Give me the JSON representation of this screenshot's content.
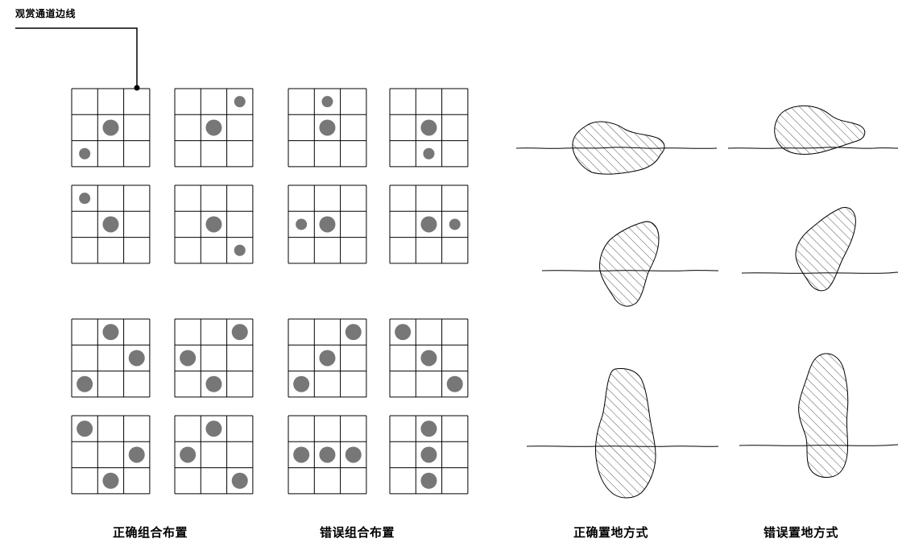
{
  "labels": {
    "edge_line": "观赏通道边线",
    "correct_combination": "正确组合布置",
    "wrong_combination": "错误组合布置",
    "correct_placement": "正确置地方式",
    "wrong_placement": "错误置地方式"
  },
  "colors": {
    "line": "#000000",
    "dot_fill": "#777777",
    "hatch": "#555555"
  },
  "grids": [
    {
      "group": "correct",
      "dots": [
        [
          1,
          1,
          "L"
        ],
        [
          2,
          0,
          "S"
        ]
      ]
    },
    {
      "group": "correct",
      "dots": [
        [
          0,
          2,
          "S"
        ],
        [
          1,
          1,
          "L"
        ]
      ]
    },
    {
      "group": "wrong",
      "dots": [
        [
          0,
          1,
          "S"
        ],
        [
          1,
          1,
          "L"
        ]
      ]
    },
    {
      "group": "wrong",
      "dots": [
        [
          1,
          1,
          "L"
        ],
        [
          2,
          1,
          "S"
        ]
      ]
    },
    {
      "group": "correct",
      "dots": [
        [
          0,
          0,
          "S"
        ],
        [
          1,
          1,
          "L"
        ]
      ]
    },
    {
      "group": "correct",
      "dots": [
        [
          1,
          1,
          "L"
        ],
        [
          2,
          2,
          "S"
        ]
      ]
    },
    {
      "group": "wrong",
      "dots": [
        [
          1,
          0,
          "S"
        ],
        [
          1,
          1,
          "L"
        ]
      ]
    },
    {
      "group": "wrong",
      "dots": [
        [
          1,
          1,
          "L"
        ],
        [
          1,
          2,
          "S"
        ]
      ]
    },
    {
      "group": "correct",
      "dots": [
        [
          0,
          1,
          "L"
        ],
        [
          1,
          2,
          "L"
        ],
        [
          2,
          0,
          "L"
        ]
      ]
    },
    {
      "group": "correct",
      "dots": [
        [
          0,
          2,
          "L"
        ],
        [
          1,
          0,
          "L"
        ],
        [
          2,
          1,
          "L"
        ]
      ]
    },
    {
      "group": "wrong",
      "dots": [
        [
          0,
          2,
          "L"
        ],
        [
          1,
          1,
          "L"
        ],
        [
          2,
          0,
          "L"
        ]
      ]
    },
    {
      "group": "wrong",
      "dots": [
        [
          0,
          0,
          "L"
        ],
        [
          1,
          1,
          "L"
        ],
        [
          2,
          2,
          "L"
        ]
      ]
    },
    {
      "group": "correct",
      "dots": [
        [
          0,
          0,
          "L"
        ],
        [
          1,
          2,
          "L"
        ],
        [
          2,
          1,
          "L"
        ]
      ]
    },
    {
      "group": "correct",
      "dots": [
        [
          0,
          1,
          "L"
        ],
        [
          1,
          0,
          "L"
        ],
        [
          2,
          2,
          "L"
        ]
      ]
    },
    {
      "group": "wrong",
      "dots": [
        [
          1,
          0,
          "L"
        ],
        [
          1,
          1,
          "L"
        ],
        [
          1,
          2,
          "L"
        ]
      ]
    },
    {
      "group": "wrong",
      "dots": [
        [
          0,
          1,
          "L"
        ],
        [
          1,
          1,
          "L"
        ],
        [
          2,
          1,
          "L"
        ]
      ]
    }
  ],
  "rock_examples": [
    {
      "group": "correct",
      "shape": "flat-rock"
    },
    {
      "group": "wrong",
      "shape": "flat-rock"
    },
    {
      "group": "correct",
      "shape": "medium-rock"
    },
    {
      "group": "wrong",
      "shape": "medium-rock"
    },
    {
      "group": "correct",
      "shape": "tall-rock"
    },
    {
      "group": "wrong",
      "shape": "tall-rock"
    }
  ]
}
